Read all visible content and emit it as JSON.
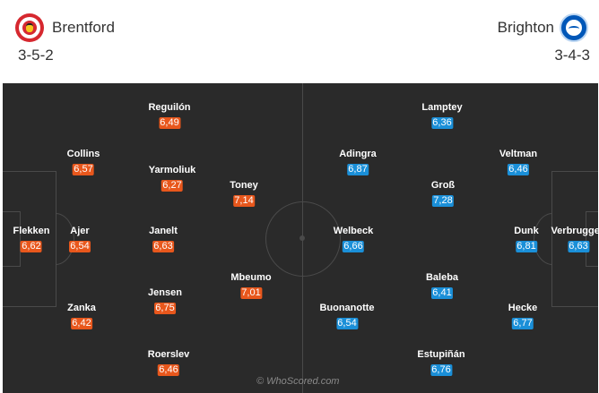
{
  "home": {
    "name": "Brentford",
    "formation": "3-5-2",
    "color": "#e8571c",
    "crest": "brentford-crest-icon",
    "players": [
      {
        "name": "Flekken",
        "rating": "6,62"
      },
      {
        "name": "Collins",
        "rating": "6,57"
      },
      {
        "name": "Ajer",
        "rating": "6,54"
      },
      {
        "name": "Zanka",
        "rating": "6,42"
      },
      {
        "name": "Reguilón",
        "rating": "6,49"
      },
      {
        "name": "Yarmoliuk",
        "rating": "6,27"
      },
      {
        "name": "Janelt",
        "rating": "6,63"
      },
      {
        "name": "Jensen",
        "rating": "6,75"
      },
      {
        "name": "Roerslev",
        "rating": "6,46"
      },
      {
        "name": "Toney",
        "rating": "7,14"
      },
      {
        "name": "Mbeumo",
        "rating": "7,01"
      }
    ]
  },
  "away": {
    "name": "Brighton",
    "formation": "3-4-3",
    "color": "#1a8fd8",
    "crest": "brighton-crest-icon",
    "players": [
      {
        "name": "Lamptey",
        "rating": "6,36"
      },
      {
        "name": "Adingra",
        "rating": "6,87"
      },
      {
        "name": "Groß",
        "rating": "7,28"
      },
      {
        "name": "Welbeck",
        "rating": "6,66"
      },
      {
        "name": "Baleba",
        "rating": "6,41"
      },
      {
        "name": "Buonanotte",
        "rating": "6,54"
      },
      {
        "name": "Estupiñán",
        "rating": "6,76"
      },
      {
        "name": "Veltman",
        "rating": "6,46"
      },
      {
        "name": "Dunk",
        "rating": "6,81"
      },
      {
        "name": "Hecke",
        "rating": "6,77"
      },
      {
        "name": "Verbruggen",
        "rating": "6,63"
      }
    ]
  },
  "watermark": "© WhoScored.com"
}
